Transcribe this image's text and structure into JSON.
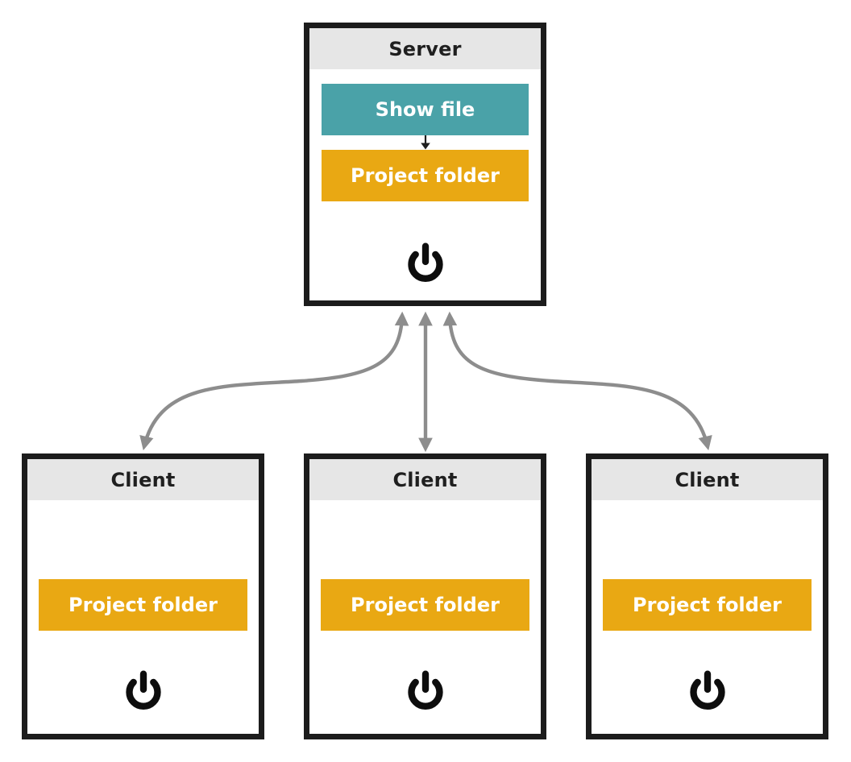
{
  "colors": {
    "background": "#ffffff",
    "box_border": "#1c1c1c",
    "header_bg": "#e6e6e6",
    "title_text": "#1f1f1f",
    "teal_button": "#4aa2a8",
    "orange_button": "#e9a813",
    "button_text": "#ffffff",
    "arrow_gray": "#8d8d8d",
    "icon_black": "#0d0d0d"
  },
  "server": {
    "title": "Server",
    "show_file_button": "Show file",
    "project_folder_button": "Project folder",
    "icon": "power-icon"
  },
  "clients": [
    {
      "title": "Client",
      "project_folder_button": "Project folder",
      "icon": "power-icon"
    },
    {
      "title": "Client",
      "project_folder_button": "Project folder",
      "icon": "power-icon"
    },
    {
      "title": "Client",
      "project_folder_button": "Project folder",
      "icon": "power-icon"
    }
  ],
  "icons": {
    "power": "power-icon",
    "down_arrow": "down-arrow-icon"
  },
  "connections": [
    {
      "from": "server",
      "to": "client-left",
      "bidirectional": true,
      "shape": "curved"
    },
    {
      "from": "server",
      "to": "client-middle",
      "bidirectional": true,
      "shape": "straight"
    },
    {
      "from": "server",
      "to": "client-right",
      "bidirectional": true,
      "shape": "curved"
    },
    {
      "from": "show-file-button",
      "to": "server-project-folder-button",
      "bidirectional": false,
      "shape": "straight"
    }
  ]
}
